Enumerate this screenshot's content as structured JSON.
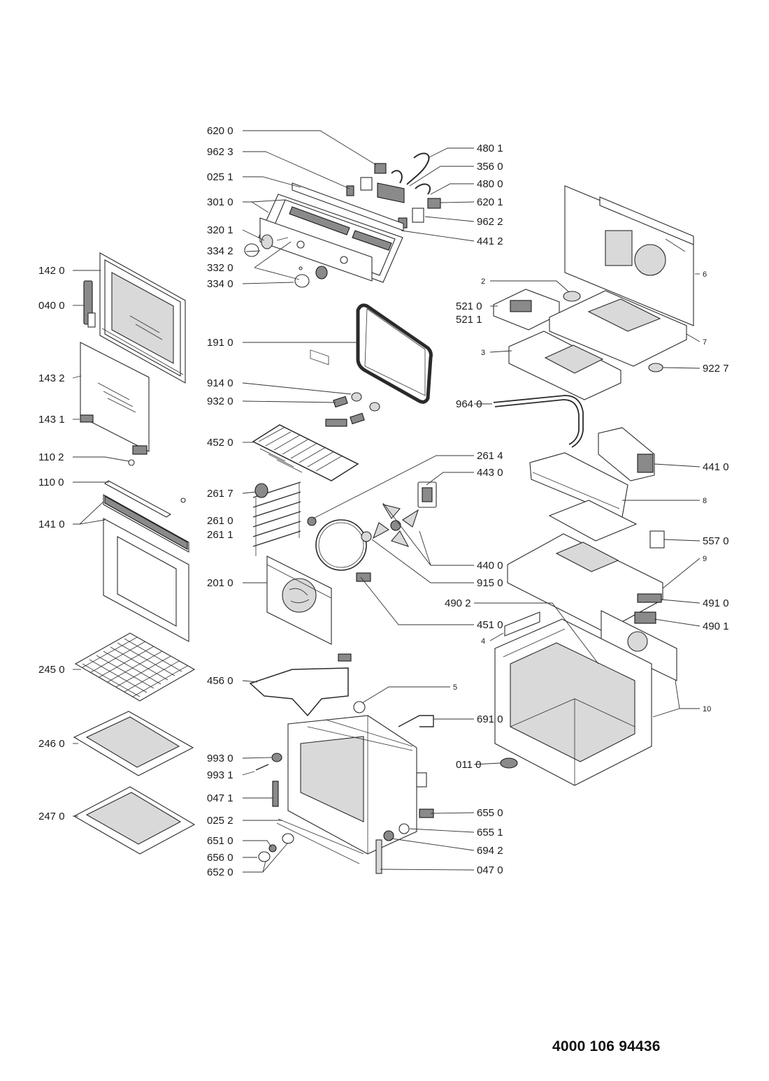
{
  "document_number": "4000 106 94436",
  "labels": {
    "l6200": "620 0",
    "l9623": "962 3",
    "l0251": "025 1",
    "l3010": "301 0",
    "l3201": "320 1",
    "l3342": "334 2",
    "l3320": "332 0",
    "l3340": "334 0",
    "l4801": "480 1",
    "l3560": "356 0",
    "l4800": "480 0",
    "l6201": "620 1",
    "l9622": "962 2",
    "l4412": "441 2",
    "l1420": "142 0",
    "l0400": "040 0",
    "l1432": "143 2",
    "l1431": "143 1",
    "l1102": "110 2",
    "l1100": "110 0",
    "l1410": "141 0",
    "l2450": "245 0",
    "l2460": "246 0",
    "l2470": "247 0",
    "l1910": "191 0",
    "l9140": "914 0",
    "l9320": "932 0",
    "l4520": "452 0",
    "l2617": "261 7",
    "l2610": "261 0",
    "l2611": "261 1",
    "l2010": "201 0",
    "l4560": "456 0",
    "l2614": "261 4",
    "l4430": "443 0",
    "l4400": "440 0",
    "l9150": "915 0",
    "l4510": "451 0",
    "l5": "5",
    "l6910": "691 0",
    "l9930": "993 0",
    "l9931": "993 1",
    "l0471": "047 1",
    "l0252": "025 2",
    "l6510": "651 0",
    "l6560": "656 0",
    "l6520": "652 0",
    "l0110": "011 0",
    "l6550": "655 0",
    "l6551": "655 1",
    "l6942": "694 2",
    "l0470": "047 0",
    "l2": "2",
    "l5210": "521 0",
    "l5211": "521 1",
    "l3": "3",
    "l6": "6",
    "l7": "7",
    "l9227": "922 7",
    "l9640": "964 0",
    "l4410": "441 0",
    "l8": "8",
    "l5570": "557 0",
    "l9": "9",
    "l4902": "490 2",
    "l4910": "491 0",
    "l4": "4",
    "l4901": "490 1",
    "l10": "10"
  }
}
